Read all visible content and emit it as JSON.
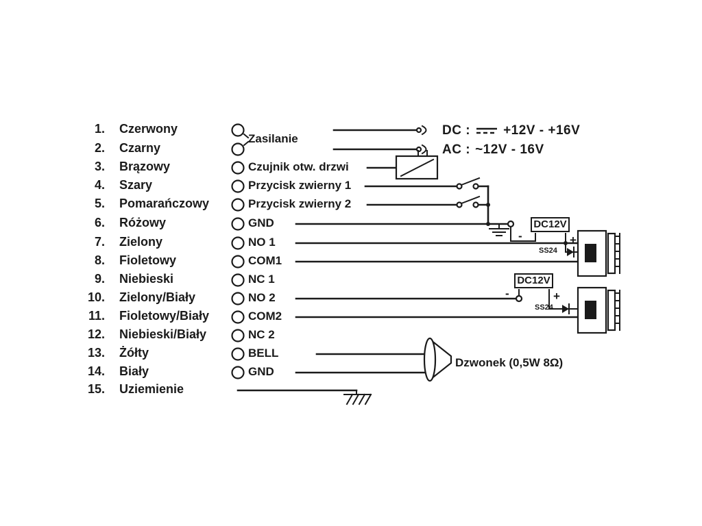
{
  "wires": [
    {
      "num": "1.",
      "color": "Czerwony"
    },
    {
      "num": "2.",
      "color": "Czarny"
    },
    {
      "num": "3.",
      "color": "Brązowy"
    },
    {
      "num": "4.",
      "color": "Szary"
    },
    {
      "num": "5.",
      "color": "Pomarańczowy"
    },
    {
      "num": "6.",
      "color": "Różowy"
    },
    {
      "num": "7.",
      "color": "Zielony"
    },
    {
      "num": "8.",
      "color": "Fioletowy"
    },
    {
      "num": "9.",
      "color": "Niebieski"
    },
    {
      "num": "10.",
      "color": "Zielony/Biały"
    },
    {
      "num": "11.",
      "color": "Fioletowy/Biały"
    },
    {
      "num": "12.",
      "color": "Niebieski/Biały"
    },
    {
      "num": "13.",
      "color": "Żółty"
    },
    {
      "num": "14.",
      "color": "Biały"
    },
    {
      "num": "15.",
      "color": "Uziemienie"
    }
  ],
  "terminals": {
    "power_label": "Zasilanie",
    "labels": [
      "Czujnik otw. drzwi",
      "Przycisk zwierny 1",
      "Przycisk zwierny 2",
      "GND",
      "NO 1",
      "COM1",
      "NC 1",
      "NO 2",
      "COM2",
      "NC 2",
      "BELL",
      "GND"
    ]
  },
  "supply": {
    "dc_prefix": "DC :",
    "dc_range": "+12V - +16V",
    "ac_prefix": "AC :",
    "ac_range": "~12V - 16V"
  },
  "psu1": {
    "label": "DC12V",
    "minus": "-",
    "plus": "+",
    "diode": "SS24"
  },
  "psu2": {
    "label": "DC12V",
    "minus": "-",
    "plus": "+",
    "diode": "SS24"
  },
  "bell_label": "Dzwonek (0,5W 8Ω)",
  "colors": {
    "ink": "#1a1a1a",
    "background": "#ffffff"
  }
}
